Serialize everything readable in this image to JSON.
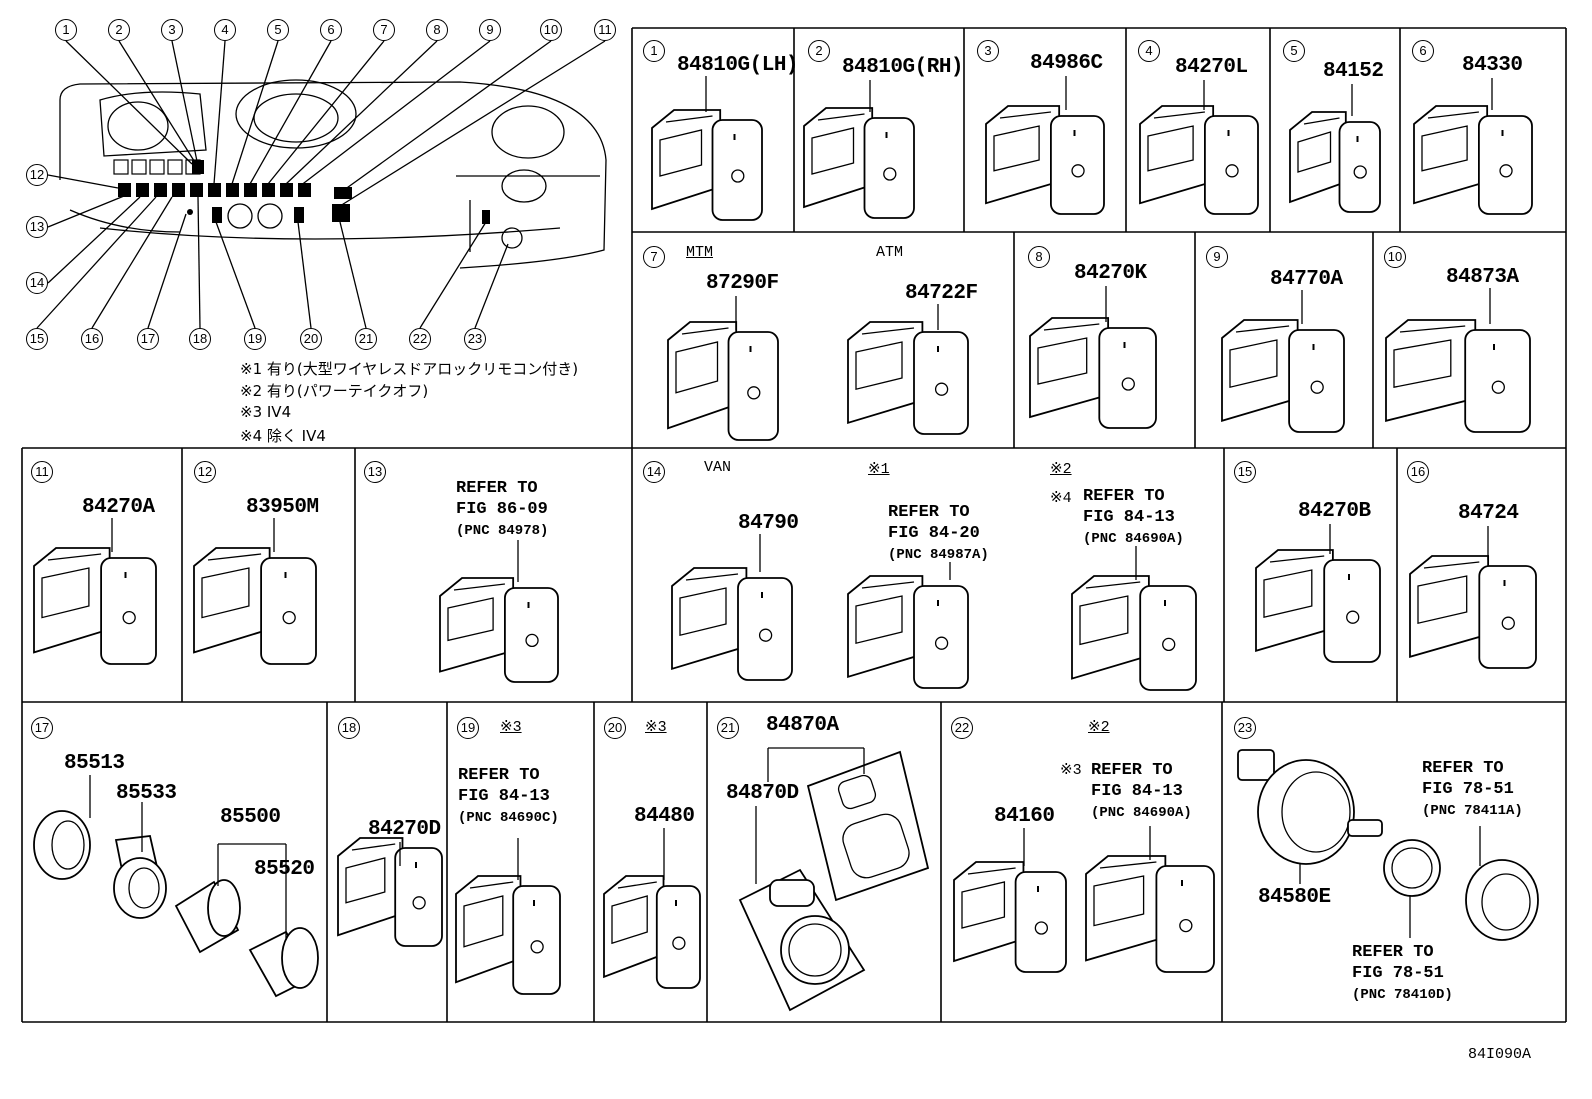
{
  "diagram_code": "84I090A",
  "overview": {
    "callouts": [
      "1",
      "2",
      "3",
      "4",
      "5",
      "6",
      "7",
      "8",
      "9",
      "10",
      "11",
      "12",
      "13",
      "14",
      "15",
      "16",
      "17",
      "18",
      "19",
      "20",
      "21",
      "22",
      "23"
    ],
    "notes": [
      "※1 有り(大型ワイヤレスドアロックリモコン付き)",
      "※2 有り(パワーテイクオフ)",
      "※3 IV4",
      "※4 除く IV4"
    ]
  },
  "panels": [
    {
      "num": "1",
      "parts": [
        "84810G(LH)"
      ]
    },
    {
      "num": "2",
      "parts": [
        "84810G(RH)"
      ]
    },
    {
      "num": "3",
      "parts": [
        "84986C"
      ]
    },
    {
      "num": "4",
      "parts": [
        "84270L"
      ]
    },
    {
      "num": "5",
      "parts": [
        "84152"
      ]
    },
    {
      "num": "6",
      "parts": [
        "84330"
      ]
    },
    {
      "num": "7",
      "labels": [
        "MTM",
        "ATM"
      ],
      "parts": [
        "87290F",
        "84722F"
      ]
    },
    {
      "num": "8",
      "parts": [
        "84270K"
      ]
    },
    {
      "num": "9",
      "parts": [
        "84770A"
      ]
    },
    {
      "num": "10",
      "parts": [
        "84873A"
      ]
    },
    {
      "num": "11",
      "parts": [
        "84270A"
      ]
    },
    {
      "num": "12",
      "parts": [
        "83950M"
      ]
    },
    {
      "num": "13",
      "refer": {
        "line1": "REFER TO",
        "line2": "FIG 86-09",
        "pnc": "(PNC 84978)"
      }
    },
    {
      "num": "14",
      "labels": [
        "VAN",
        "※1",
        "※2",
        "※4"
      ],
      "parts": [
        "84790"
      ],
      "refers": [
        {
          "line1": "REFER TO",
          "line2": "FIG 84-20",
          "pnc": "(PNC 84987A)"
        },
        {
          "line1": "REFER TO",
          "line2": "FIG 84-13",
          "pnc": "(PNC 84690A)"
        }
      ]
    },
    {
      "num": "15",
      "parts": [
        "84270B"
      ]
    },
    {
      "num": "16",
      "parts": [
        "84724"
      ]
    },
    {
      "num": "17",
      "parts": [
        "85513",
        "85533",
        "85500",
        "85520"
      ]
    },
    {
      "num": "18",
      "parts": [
        "84270D"
      ]
    },
    {
      "num": "19",
      "labels": [
        "※3"
      ],
      "refer": {
        "line1": "REFER TO",
        "line2": "FIG 84-13",
        "pnc": "(PNC 84690C)"
      }
    },
    {
      "num": "20",
      "labels": [
        "※3"
      ],
      "parts": [
        "84480"
      ]
    },
    {
      "num": "21",
      "parts": [
        "84870A",
        "84870D"
      ]
    },
    {
      "num": "22",
      "labels": [
        "※2",
        "※3"
      ],
      "parts": [
        "84160"
      ],
      "refer": {
        "line1": "REFER TO",
        "line2": "FIG 84-13",
        "pnc": "(PNC 84690A)"
      }
    },
    {
      "num": "23",
      "parts": [
        "84580E"
      ],
      "refers": [
        {
          "line1": "REFER TO",
          "line2": "FIG 78-51",
          "pnc": "(PNC 78411A)"
        },
        {
          "line1": "REFER TO",
          "line2": "FIG 78-51",
          "pnc": "(PNC 78410D)"
        }
      ]
    }
  ]
}
